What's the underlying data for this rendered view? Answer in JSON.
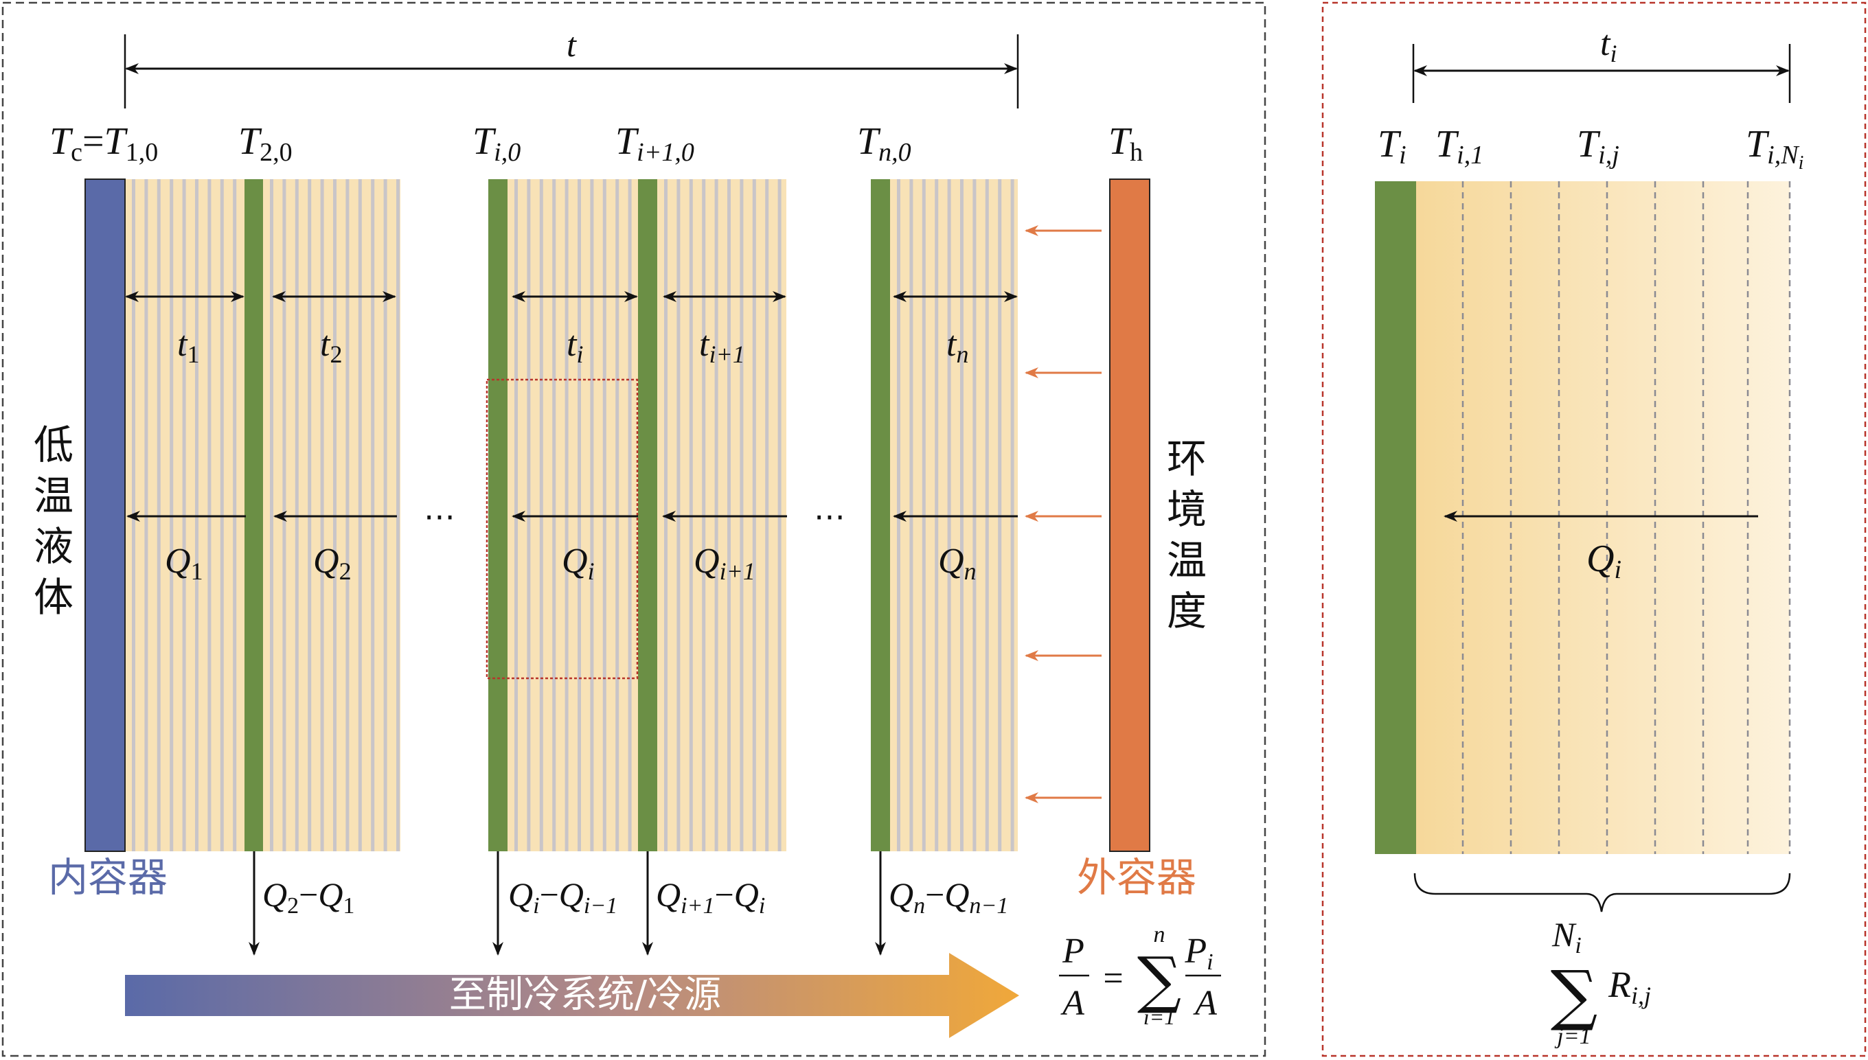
{
  "colors": {
    "inner_wall": "#5a6aa8",
    "outer_wall": "#e07a46",
    "shield": "#6b8f45",
    "spacer": "#f8e2b6",
    "stripe": "#c9c5c8",
    "left_frame": "#444444",
    "right_frame": "#b8342a",
    "zoom_box": "#b8342a",
    "arrow": "#111111",
    "heat_arrow": "#e07a46",
    "inner_label": "#5a6aa8",
    "outer_label": "#e07a46"
  },
  "left_panel": {
    "total_thickness_label": "t",
    "temps": [
      {
        "base": "T",
        "sub": "c",
        "eq": "=",
        "base2": "T",
        "sub2": "1,0"
      },
      {
        "base": "T",
        "sub": "2,0"
      },
      {
        "base": "T",
        "sub": "i,0"
      },
      {
        "base": "T",
        "sub": "i+1,0"
      },
      {
        "base": "T",
        "sub": "n,0"
      },
      {
        "base": "T",
        "sub": "h"
      }
    ],
    "layer_thickness": [
      {
        "base": "t",
        "sub": "1"
      },
      {
        "base": "t",
        "sub": "2"
      },
      {
        "base": "t",
        "sub": "i"
      },
      {
        "base": "t",
        "sub": "i+1"
      },
      {
        "base": "t",
        "sub": "n"
      }
    ],
    "heat_flow": [
      {
        "base": "Q",
        "sub": "1"
      },
      {
        "base": "Q",
        "sub": "2"
      },
      {
        "base": "Q",
        "sub": "i"
      },
      {
        "base": "Q",
        "sub": "i+1"
      },
      {
        "base": "Q",
        "sub": "n"
      }
    ],
    "ellipsis": "⋯",
    "cold_liquid": [
      "低",
      "温",
      "液",
      "体"
    ],
    "ambient": [
      "环",
      "境",
      "温",
      "度"
    ],
    "inner_vessel": "内容器",
    "outer_vessel": "外容器",
    "to_cooling": [
      {
        "a": "Q",
        "as": "2",
        "op": "−",
        "b": "Q",
        "bs": "1"
      },
      {
        "a": "Q",
        "as": "i",
        "op": "−",
        "b": "Q",
        "bs": "i−1"
      },
      {
        "a": "Q",
        "as": "i+1",
        "op": "−",
        "b": "Q",
        "bs": "i"
      },
      {
        "a": "Q",
        "as": "n",
        "op": "−",
        "b": "Q",
        "bs": "n−1"
      }
    ],
    "cooling_source": "至制冷系统/冷源",
    "formula": {
      "lhs_num": "P",
      "lhs_den": "A",
      "eq": "=",
      "sum": "∑",
      "upper": "n",
      "lower": "i=1",
      "rhs_num": "P",
      "rhs_num_sub": "i",
      "rhs_den": "A"
    }
  },
  "right_panel": {
    "thickness_label": {
      "base": "t",
      "sub": "i"
    },
    "temps": [
      {
        "base": "T",
        "sub": "i"
      },
      {
        "base": "T",
        "sub": "i,1"
      },
      {
        "base": "T",
        "sub": "i,j"
      },
      {
        "base": "T",
        "sub": "i,N",
        "subsub": "i"
      }
    ],
    "heat_flow": {
      "base": "Q",
      "sub": "i"
    },
    "sum": {
      "upper": "N",
      "upper_sub": "i",
      "sigma": "∑",
      "lower": "j=1",
      "term": "R",
      "term_sub": "i,j"
    }
  }
}
